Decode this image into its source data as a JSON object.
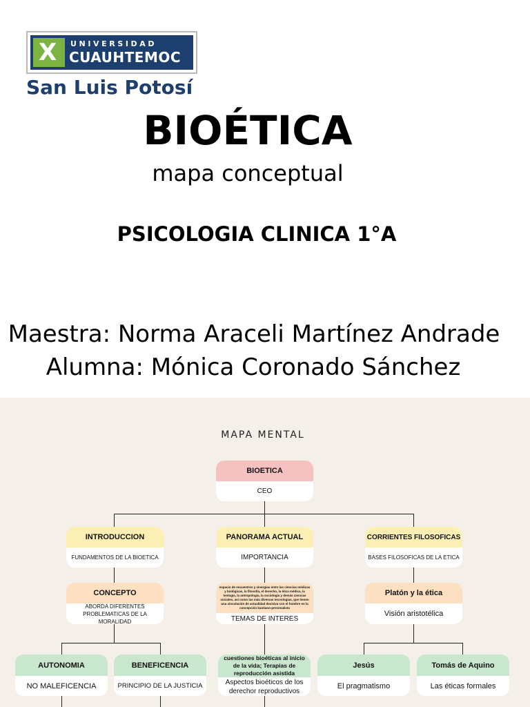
{
  "logo": {
    "top_text": "UNIVERSIDAD",
    "bottom_text": "CUAUHTEMOC",
    "campus": "San Luis Potosí",
    "brand_colors": {
      "navy": "#1c3f70",
      "green": "#7cb342"
    }
  },
  "cover": {
    "title": "BIOÉTICA",
    "subtitle": "mapa conceptual",
    "course": "PSICOLOGIA CLINICA 1°A",
    "teacher": "Maestra: Norma Araceli Martínez Andrade",
    "student": "Alumna: Mónica Coronado Sánchez"
  },
  "map": {
    "title": "MAPA MENTAL",
    "root": {
      "title": "BIOETICA",
      "body": "CEO"
    },
    "intro": {
      "title": "INTRODUCCION",
      "body": "FUNDAMENTOS DE LA BIOETICA"
    },
    "panorama": {
      "title": "PANORAMA ACTUAL",
      "body": "IMPORTANCIA"
    },
    "corrientes": {
      "title": "CORRIENTES FILOSOFICAS",
      "body": "BASES FILOSOFICAS DE LA ETICA"
    },
    "concepto": {
      "title": "CONCEPTO",
      "body": "ABORDA DIFERENTES PROBLEMATICAS DE LA MORALIDAD"
    },
    "espacio": {
      "title": "espacio de encuentros y sinergias entre las ciencias médicas y biológicas, la filosofía, el derecho, la ética médica, la teología, la antropología, la sociología y demás ciencias sociales, así como las más diversas tecnologías, que tienen una vinculación de actualidad decisiva con el hombre en la concepción kantiano-personalista",
      "body": "TEMAS DE INTERES"
    },
    "platon": {
      "title": "Platón y la ética",
      "body": "Visión aristotélica"
    },
    "autonomia": {
      "title": "AUTONOMIA",
      "body": "NO MALEFICENCIA"
    },
    "beneficencia": {
      "title": "BENEFICENCIA",
      "body": "PRINCIPIO DE LA JUSTICIA"
    },
    "cuestiones": {
      "title": "cuestiones bioéticas al inicio de la vida; Terapias de reproducción asistida",
      "body": "Aspectos bioéticos de los derechor reproductivos"
    },
    "jesus": {
      "title": "Jesús",
      "body": "El pragmatismo"
    },
    "tomas": {
      "title": "Tomás de Aquino",
      "body": "Las éticas formales"
    }
  }
}
